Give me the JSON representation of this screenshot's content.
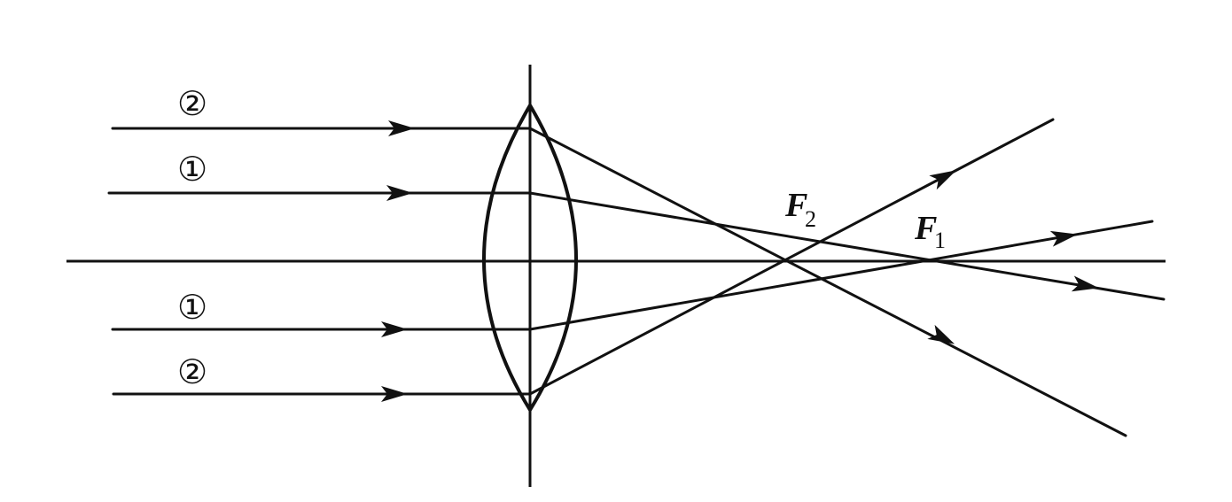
{
  "diagram": {
    "ray_labels": {
      "upper_outer": "②",
      "upper_inner": "①",
      "lower_inner": "①",
      "lower_outer": "②"
    },
    "focal_points": {
      "f2": {
        "letter": "F",
        "subscript": "2"
      },
      "f1": {
        "letter": "F",
        "subscript": "1"
      }
    }
  }
}
